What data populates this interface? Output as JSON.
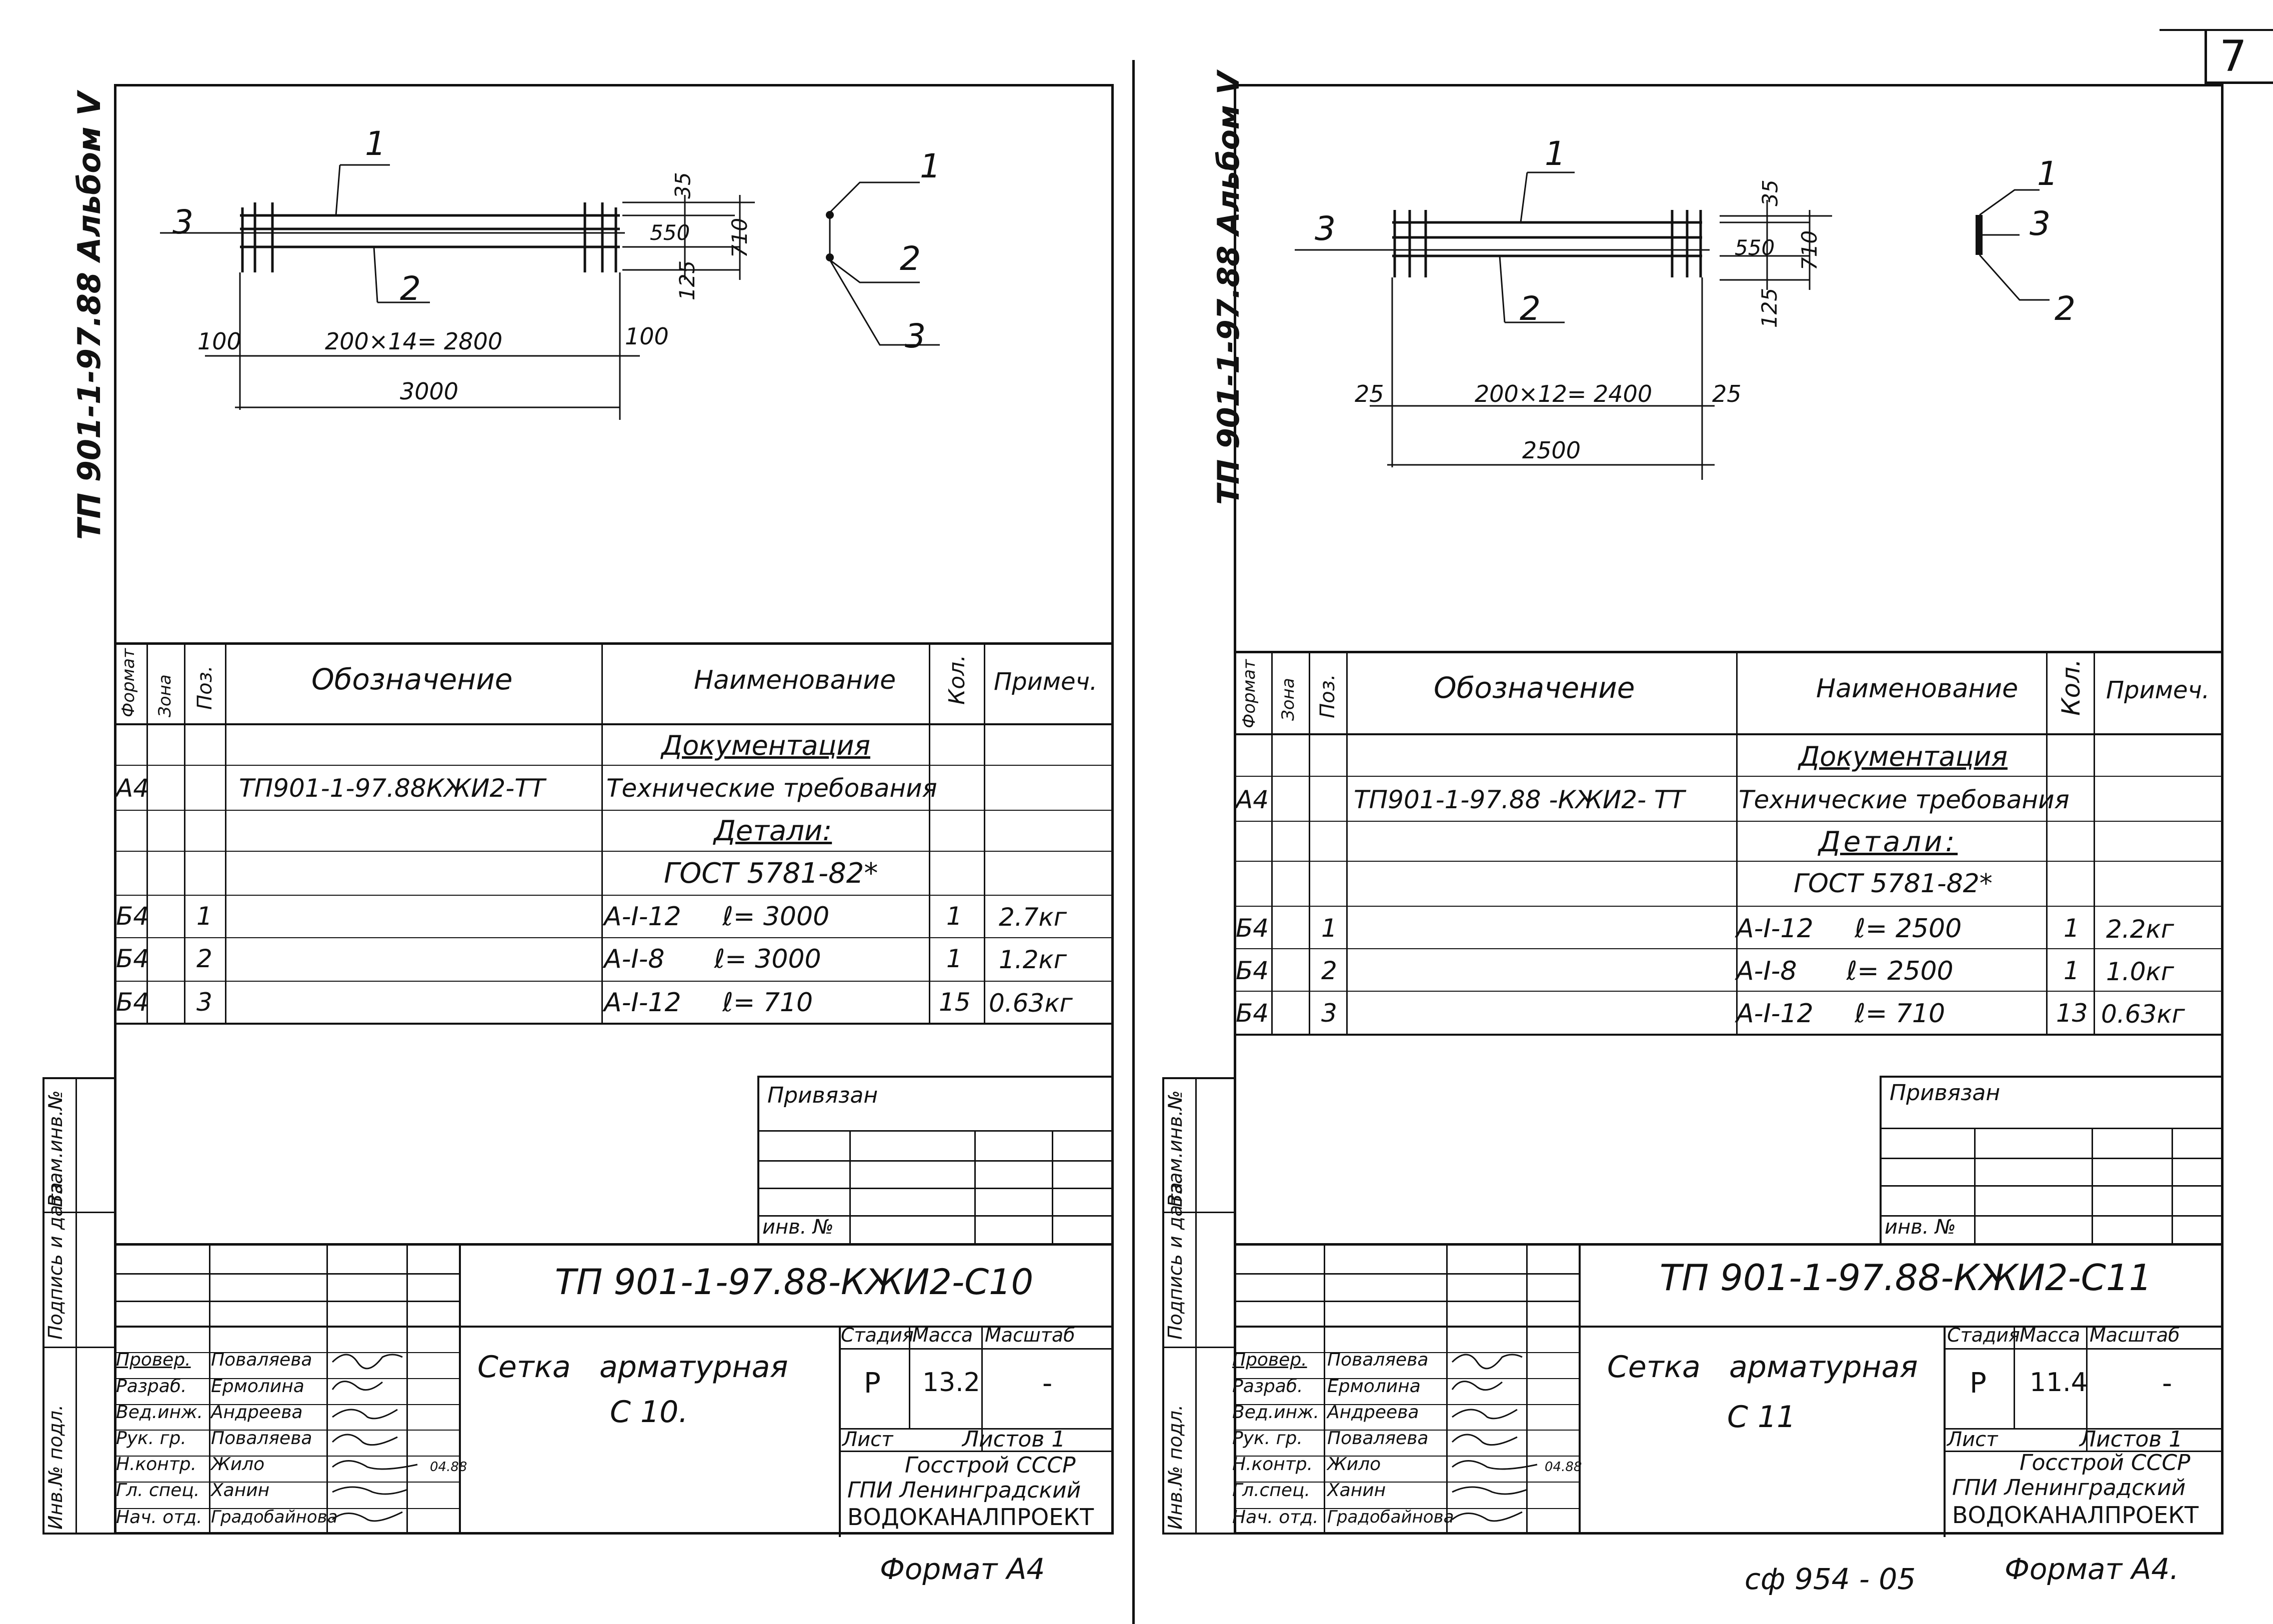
{
  "page_number": "7",
  "bottom_code": "сф 954 - 05",
  "sheets": [
    {
      "album_label": "ТП 901-1-97.88 Альбом V",
      "drawing": {
        "pos_top": "1",
        "pos_mid": "2",
        "pos_left": "3",
        "dim_35": "35",
        "dim_550": "550",
        "dim_125": "125",
        "dim_710": "710",
        "dim_left": "100",
        "dim_mid": "200×14= 2800",
        "dim_right": "100",
        "dim_total": "3000",
        "section_1": "1",
        "section_2": "2",
        "section_3": "3"
      },
      "spec": {
        "headers": {
          "format": "Формат",
          "zone": "Зона",
          "pos": "Поз.",
          "designation": "Обозначение",
          "name": "Наименование",
          "qty": "Кол.",
          "note": "Примеч."
        },
        "rows": [
          {
            "format": "",
            "pos": "",
            "designation": "",
            "name": "Документация",
            "qty": "",
            "note": ""
          },
          {
            "format": "А4",
            "pos": "",
            "designation": "ТП901-1-97.88КЖИ2-ТТ",
            "name": "Технические требования",
            "qty": "",
            "note": ""
          },
          {
            "format": "",
            "pos": "",
            "designation": "",
            "name": "Детали:",
            "qty": "",
            "note": ""
          },
          {
            "format": "",
            "pos": "",
            "designation": "",
            "name": "ГОСТ 5781-82*",
            "qty": "",
            "note": ""
          },
          {
            "format": "Б4",
            "pos": "1",
            "designation": "",
            "name": "А-I-12     ℓ= 3000",
            "qty": "1",
            "note": "2.7кг"
          },
          {
            "format": "Б4",
            "pos": "2",
            "designation": "",
            "name": "А-I-8      ℓ= 3000",
            "qty": "1",
            "note": "1.2кг"
          },
          {
            "format": "Б4",
            "pos": "3",
            "designation": "",
            "name": "А-I-12     ℓ= 710",
            "qty": "15",
            "note": "0.63кг"
          }
        ]
      },
      "side_labels": {
        "vzam": "Взам.инв.№",
        "podpis": "Подпись и дата",
        "inv": "Инв.№ подл."
      },
      "privyazan": "Привязан",
      "inv_no": "инв. №",
      "title_block": {
        "code": "ТП 901-1-97.88-КЖИ2-С10",
        "name_line1": "Сетка   арматурная",
        "name_line2": "С 10.",
        "stage_label": "Стадия",
        "mass_label": "Масса",
        "scale_label": "Масштаб",
        "stage": "Р",
        "mass": "13.2",
        "scale": "-",
        "sheet_label": "Лист",
        "sheets_label": "Листов 1",
        "org_line1": "Госстрой СССР",
        "org_line2": "ГПИ Ленинградский",
        "org_line3": "ВОДОКАНАЛПРОЕКТ",
        "roles": [
          {
            "role": "Провер.",
            "person": "Поваляева"
          },
          {
            "role": "Разраб.",
            "person": "Ермолина"
          },
          {
            "role": "Вед.инж.",
            "person": "Андреева"
          },
          {
            "role": "Рук. гр.",
            "person": "Поваляева"
          },
          {
            "role": "Н.контр.",
            "person": "Жило"
          },
          {
            "role": "Гл. спец.",
            "person": "Ханин"
          },
          {
            "role": "Нач. отд.",
            "person": "Градобайнова"
          }
        ],
        "date": "04.88"
      },
      "format_label": "Формат А4"
    },
    {
      "album_label": "ТП 901-1-97.88 Альбом V",
      "drawing": {
        "pos_top": "1",
        "pos_mid": "2",
        "pos_left": "3",
        "dim_35": "35",
        "dim_550": "550",
        "dim_125": "125",
        "dim_710": "710",
        "dim_left": "25",
        "dim_mid": "200×12= 2400",
        "dim_right": "25",
        "dim_total": "2500",
        "section_1": "1",
        "section_2": "3",
        "section_3": "2"
      },
      "spec": {
        "headers": {
          "format": "Формат",
          "zone": "Зона",
          "pos": "Поз.",
          "designation": "Обозначение",
          "name": "Наименование",
          "qty": "Кол.",
          "note": "Примеч."
        },
        "rows": [
          {
            "format": "",
            "pos": "",
            "designation": "",
            "name": "Документация",
            "qty": "",
            "note": ""
          },
          {
            "format": "А4",
            "pos": "",
            "designation": "ТП901-1-97.88 -КЖИ2- ТТ",
            "name": "Технические требования",
            "qty": "",
            "note": ""
          },
          {
            "format": "",
            "pos": "",
            "designation": "",
            "name": "Детали:",
            "qty": "",
            "note": ""
          },
          {
            "format": "",
            "pos": "",
            "designation": "",
            "name": "ГОСТ 5781-82*",
            "qty": "",
            "note": ""
          },
          {
            "format": "Б4",
            "pos": "1",
            "designation": "",
            "name": "А-I-12     ℓ= 2500",
            "qty": "1",
            "note": "2.2кг"
          },
          {
            "format": "Б4",
            "pos": "2",
            "designation": "",
            "name": "А-I-8      ℓ= 2500",
            "qty": "1",
            "note": "1.0кг"
          },
          {
            "format": "Б4",
            "pos": "3",
            "designation": "",
            "name": "А-I-12     ℓ= 710",
            "qty": "13",
            "note": "0.63кг"
          }
        ]
      },
      "side_labels": {
        "vzam": "Взам.инв.№",
        "podpis": "Подпись и дата",
        "inv": "Инв.№ подл."
      },
      "privyazan": "Привязан",
      "inv_no": "инв. №",
      "title_block": {
        "code": "ТП 901-1-97.88-КЖИ2-С11",
        "name_line1": "Сетка   арматурная",
        "name_line2": "С 11",
        "stage_label": "Стадия",
        "mass_label": "Масса",
        "scale_label": "Масштаб",
        "stage": "Р",
        "mass": "11.4",
        "scale": "-",
        "sheet_label": "Лист",
        "sheets_label": "Листов 1",
        "org_line1": "Госстрой СССР",
        "org_line2": "ГПИ Ленинградский",
        "org_line3": "ВОДОКАНАЛПРОЕКТ",
        "roles": [
          {
            "role": "Провер.",
            "person": "Поваляева"
          },
          {
            "role": "Разраб.",
            "person": "Ермолина"
          },
          {
            "role": "Вед.инж.",
            "person": "Андреева"
          },
          {
            "role": "Рук. гр.",
            "person": "Поваляева"
          },
          {
            "role": "Н.контр.",
            "person": "Жило"
          },
          {
            "role": "Гл.спец.",
            "person": "Ханин"
          },
          {
            "role": "Нач. отд.",
            "person": "Градобайнова"
          }
        ],
        "date": "04.88"
      },
      "format_label": "Формат А4."
    }
  ]
}
